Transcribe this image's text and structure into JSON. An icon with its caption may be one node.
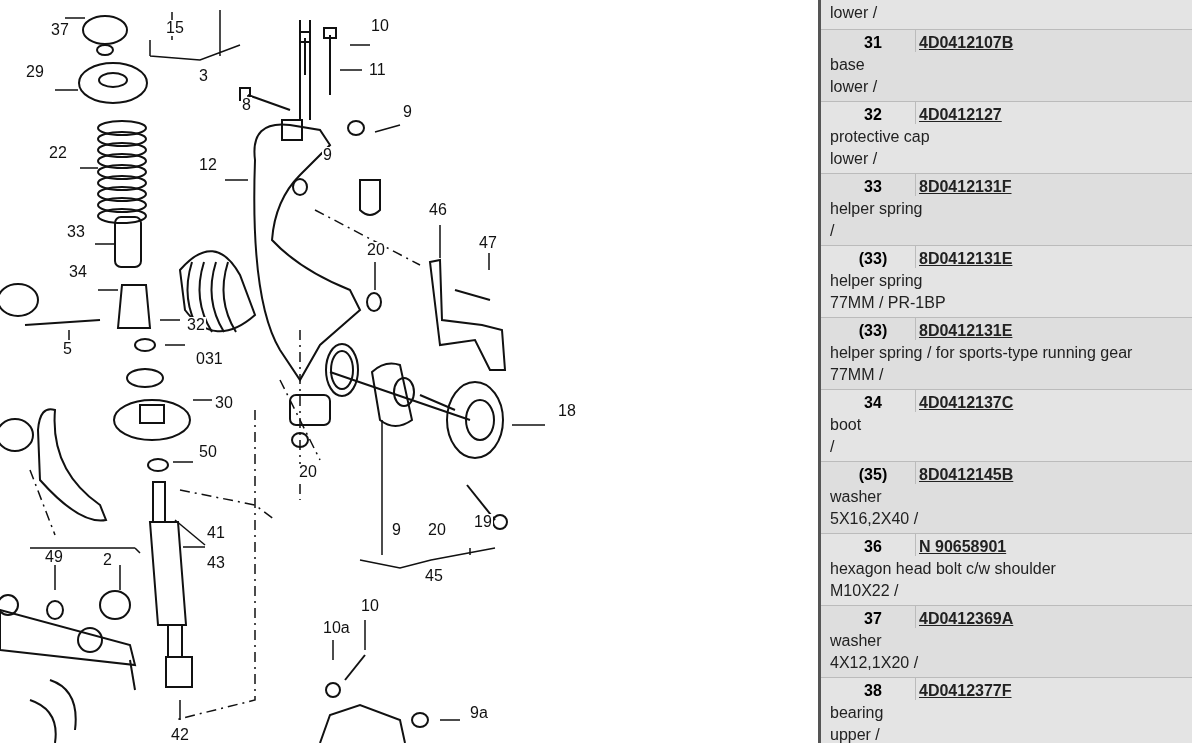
{
  "diagram": {
    "labels": [
      "37",
      "15",
      "10",
      "29",
      "3",
      "11",
      "8",
      "9",
      "22",
      "12",
      "9",
      "33",
      "46",
      "47",
      "20",
      "34",
      "5",
      "32",
      "031",
      "30",
      "18",
      "50",
      "20",
      "41",
      "43",
      "9",
      "20",
      "19",
      "49",
      "2",
      "45",
      "10",
      "10a",
      "9a",
      "42",
      "lower /",
      "31",
      "4D0412107B",
      "base",
      "lower /",
      "32",
      "4D0412127",
      "protective cap",
      "lower /",
      "33",
      "8D0412131F",
      "helper spring",
      "/",
      "(33)",
      "8D0412131E",
      "helper spring",
      "77MM / PR-1BP",
      "(33)",
      "8D0412131E",
      "helper spring / for sports-type running gear",
      "77MM /",
      "34",
      "4D0412137C",
      "boot",
      "/",
      "(35)",
      "8D0412145B",
      "washer",
      "5X16,2X40 /",
      "36",
      "N 90658901",
      "hexagon head bolt c/w shoulder",
      "M10X22 /",
      "37",
      "4D0412369A",
      "washer",
      "4X12,1X20 /",
      "38",
      "4D0412377F",
      "bearing",
      "upper /"
    ]
  }
}
